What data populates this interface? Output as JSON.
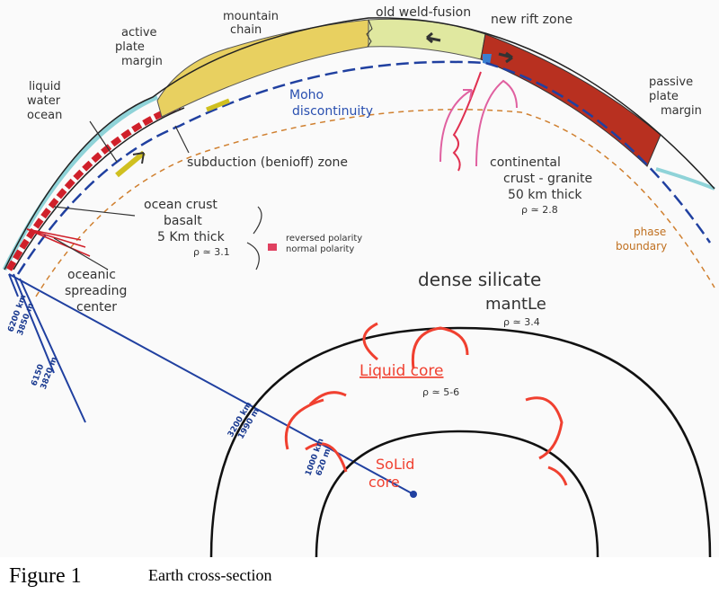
{
  "labels": {
    "active_plate_margin": [
      "active",
      "plate",
      "margin"
    ],
    "mountain_chain": [
      "mountain",
      "chain"
    ],
    "old_weld_fusion": "old weld-fusion",
    "new_rift_zone": "new rift zone",
    "passive_plate_margin": [
      "passive",
      "plate",
      "margin"
    ],
    "liquid_water_ocean": [
      "liquid",
      "water",
      "ocean"
    ],
    "moho": [
      "Moho",
      "discontinuity"
    ],
    "subduction": "subduction (benioff) zone",
    "continental_crust": [
      "continental",
      "crust - granite",
      "50 km thick",
      "ρ ≃ 2.8"
    ],
    "ocean_crust": [
      "ocean crust",
      "basalt",
      "5 Km thick",
      "ρ ≃ 3.1"
    ],
    "reversed_polarity": "reversed polarity",
    "normal_polarity": "normal polarity",
    "phase_boundary": [
      "phase",
      "boundary"
    ],
    "oceanic_spreading_center": [
      "oceanic",
      "spreading",
      "center"
    ],
    "dense_silicate_mantle": [
      "dense silicate",
      "mantLe",
      "ρ ≃ 3.4"
    ],
    "liquid_core": "Liquid core",
    "liquid_core_density": "ρ ≃ 5-6",
    "solid_core": [
      "SoLid",
      "core"
    ],
    "depth_6200": [
      "6200 km",
      "3850 m"
    ],
    "depth_6150": [
      "6150",
      "3820 m"
    ],
    "depth_3200": [
      "3200 km",
      "1990 m"
    ],
    "depth_1000": [
      "1000 km",
      "620 m"
    ]
  },
  "caption": {
    "figure": "Figure 1",
    "title": "Earth cross-section"
  },
  "colors": {
    "ocean": "#8fd3d8",
    "oceanic_crust": "#d0202a",
    "mountain": "#e8d060",
    "weld": "#e0e8a0",
    "continental": "#b83020",
    "moho": "#2040a0",
    "phase": "#d08030",
    "core_arrows": "#f04030"
  }
}
